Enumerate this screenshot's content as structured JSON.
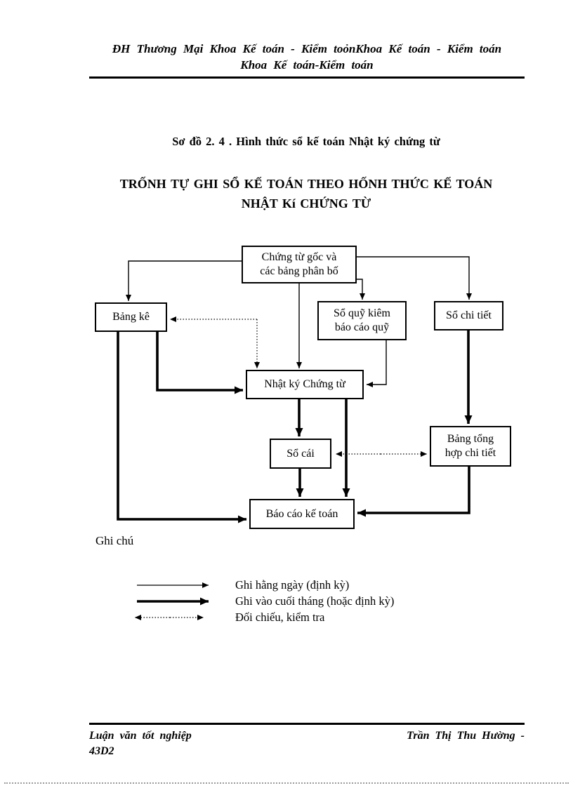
{
  "header": {
    "line1": "ĐH Thương Mại Khoa Kế toán - Kiểm toỏnKhoa Kế toán - Kiểm toán",
    "line2": "Khoa Kế toán-Kiểm toán"
  },
  "title": "Sơ đồ 2. 4 . Hình thức sổ kế toán Nhật ký chứng từ",
  "subtitle": {
    "line1": "TRỐNH TỰ GHI SỔ KẾ TOÁN THEO HỐNH THỨC KẾ TOÁN",
    "line2": "NHẬT Kí CHỨNG TỪ"
  },
  "diagram": {
    "nodes": {
      "chung_tu_goc": {
        "label": "Chứng từ gốc và\ncác bảng phân bố"
      },
      "bang_ke": {
        "label": "Bảng kê"
      },
      "so_quy": {
        "label": "Sổ quỹ kiêm\nbáo cáo quỹ"
      },
      "so_chi_tiet": {
        "label": "Sổ chi tiết"
      },
      "nhat_ky_chung_tu": {
        "label": "Nhật ký Chứng từ"
      },
      "so_cai": {
        "label": "Sổ cái"
      },
      "bang_tong_hop": {
        "label": "Bảng tổng\nhợp chi tiết"
      },
      "bao_cao": {
        "label": "Báo cáo kế toán"
      }
    },
    "edges": [
      {
        "from": "chung_tu_goc",
        "to": "bang_ke",
        "style": "daily"
      },
      {
        "from": "chung_tu_goc",
        "to": "nhat_ky_chung_tu",
        "style": "daily"
      },
      {
        "from": "chung_tu_goc",
        "to": "so_quy",
        "style": "daily"
      },
      {
        "from": "chung_tu_goc",
        "to": "so_chi_tiet",
        "style": "daily"
      },
      {
        "from": "so_quy",
        "to": "nhat_ky_chung_tu",
        "style": "daily"
      },
      {
        "from": "bang_ke",
        "to": "nhat_ky_chung_tu",
        "style": "monthly"
      },
      {
        "from": "bang_ke",
        "to": "bao_cao",
        "style": "monthly"
      },
      {
        "from": "nhat_ky_chung_tu",
        "to": "so_cai",
        "style": "monthly"
      },
      {
        "from": "nhat_ky_chung_tu",
        "to": "bao_cao",
        "style": "monthly"
      },
      {
        "from": "so_cai",
        "to": "bao_cao",
        "style": "monthly"
      },
      {
        "from": "so_chi_tiet",
        "to": "bang_tong_hop",
        "style": "monthly"
      },
      {
        "from": "bang_tong_hop",
        "to": "bao_cao",
        "style": "monthly"
      },
      {
        "from": "bang_ke",
        "to": "nhat_ky_chung_tu",
        "style": "check"
      },
      {
        "from": "so_cai",
        "to": "bang_tong_hop",
        "style": "check"
      }
    ],
    "note_label": "Ghi chú"
  },
  "legend": {
    "items": [
      {
        "symbol": "thin-arrow",
        "label": "Ghi hằng ngày (định kỳ)"
      },
      {
        "symbol": "thick-arrow",
        "label": "Ghi vào cuối tháng (hoặc định kỳ)"
      },
      {
        "symbol": "dashed-double-arrow",
        "label": "Đối chiếu, kiểm tra"
      }
    ]
  },
  "footer": {
    "left_line1": "Luận văn tốt nghiệp",
    "left_line2": "43D2",
    "right": "Trần Thị Thu Hường -"
  },
  "colors": {
    "text": "#000000",
    "line": "#000000",
    "page_bg": "#ffffff",
    "bottom_dotted": "#9a9a9a"
  }
}
